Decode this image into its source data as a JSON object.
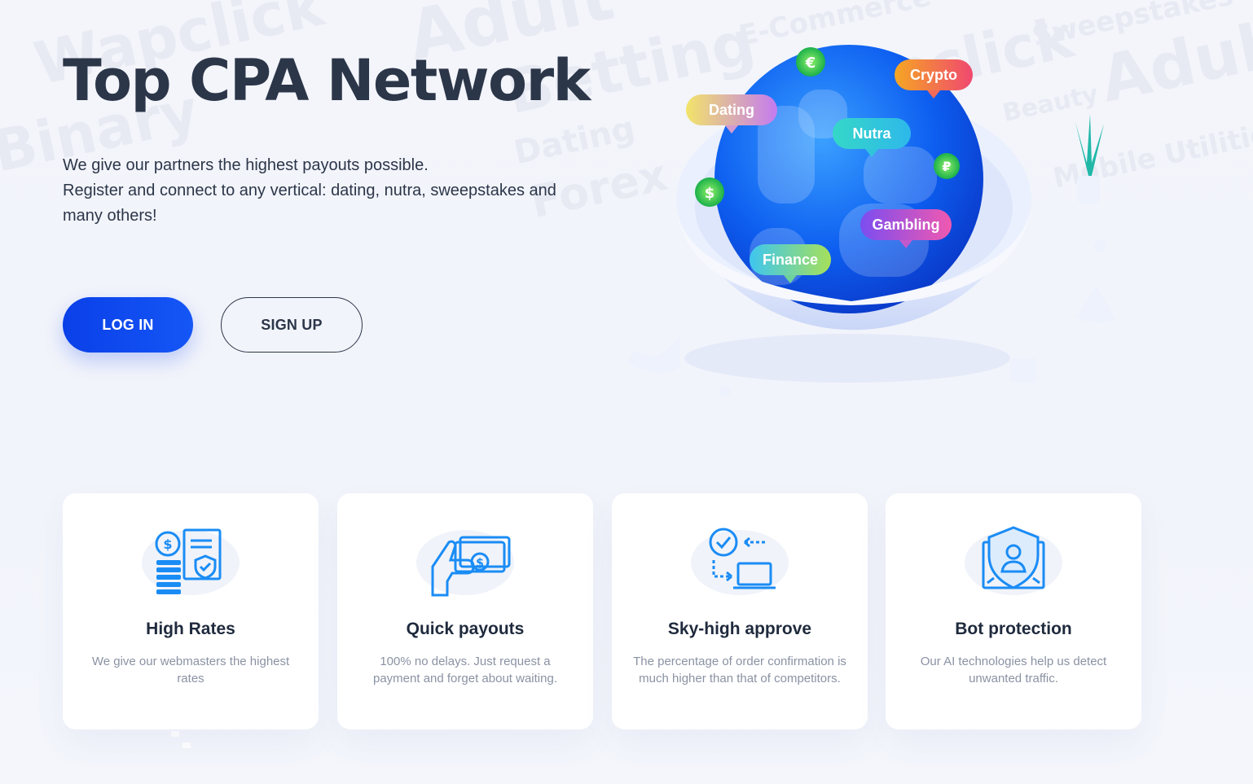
{
  "hero": {
    "title": "Top CPA Network",
    "description_line1": "We give our partners the highest payouts possible.",
    "description_line2": "Register and connect to any vertical: dating, nutra, sweepstakes and many others!",
    "login_label": "LOG IN",
    "signup_label": "SIGN UP",
    "login_color": "#0a40e8"
  },
  "background_words": [
    "Wapclick",
    "Adult",
    "Betting",
    "E-Commerce",
    "Sweepstakes",
    "Wapclick",
    "Adult",
    "Beauty",
    "Dating",
    "Forex",
    "Binary",
    "Mobile Utilities"
  ],
  "globe_tags": {
    "dating": "Dating",
    "crypto": "Crypto",
    "nutra": "Nutra",
    "gambling": "Gambling",
    "finance": "Finance",
    "euro": "€",
    "dollar": "$",
    "ruble": "₽"
  },
  "features": [
    {
      "title": "High Rates",
      "text": "We give our webmasters the highest rates",
      "icon": "coins-document-shield-icon"
    },
    {
      "title": "Quick payouts",
      "text": "100% no delays. Just request a payment and forget about waiting.",
      "icon": "hand-money-icon"
    },
    {
      "title": "Sky-high approve",
      "text": "The percentage of order confirmation is much higher than that of competitors.",
      "icon": "check-laptop-icon"
    },
    {
      "title": "Bot protection",
      "text": "Our AI technologies help us detect unwanted traffic.",
      "icon": "shield-user-icon"
    }
  ],
  "colors": {
    "icon_blue": "#1a8cf5",
    "title": "#2c3649"
  }
}
